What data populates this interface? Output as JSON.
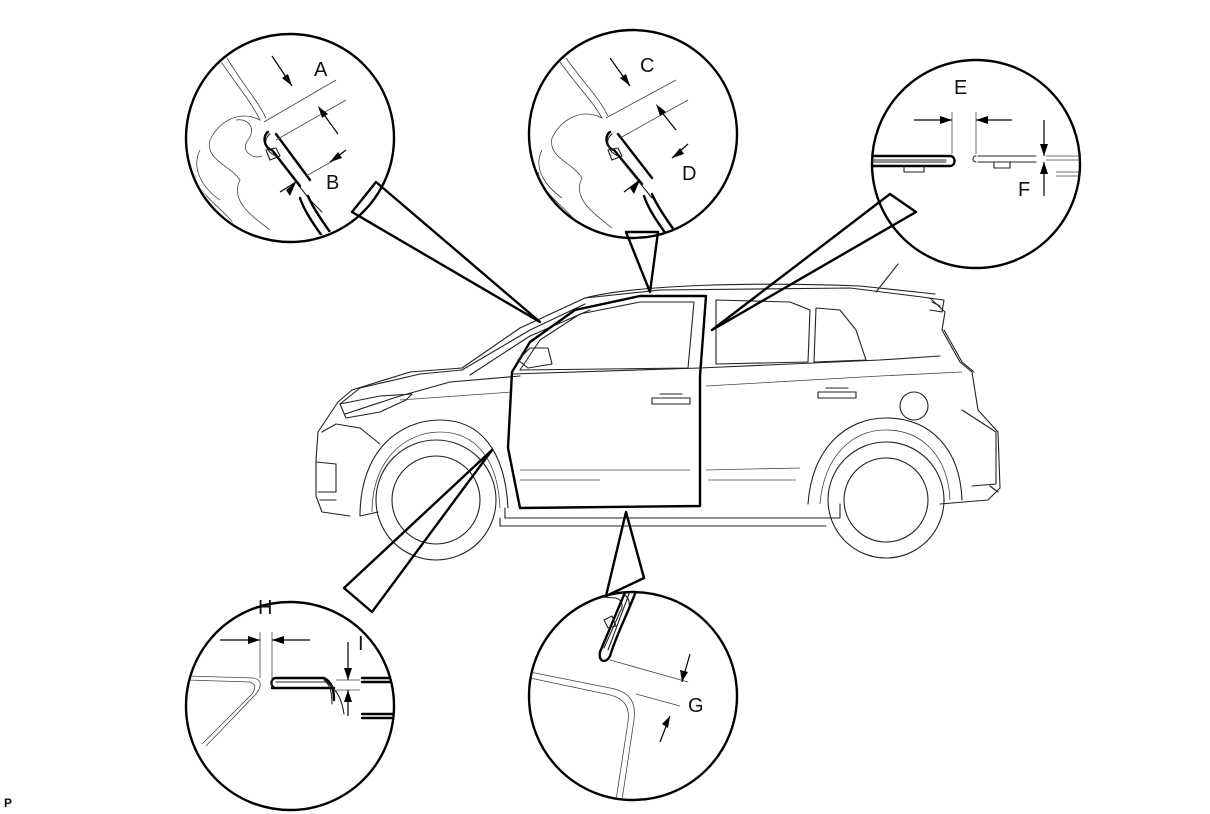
{
  "labels": {
    "A": "A",
    "B": "B",
    "C": "C",
    "D": "D",
    "E": "E",
    "F": "F",
    "G": "G",
    "H": "H",
    "I": "I"
  },
  "corner_code": "P"
}
